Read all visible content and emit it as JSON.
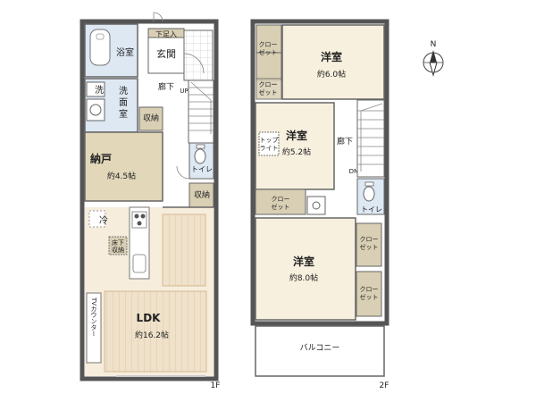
{
  "floor1": {
    "rooms": {
      "bath": "浴室",
      "shoe_storage": "下足入",
      "entrance": "玄関",
      "wash_1": "洗",
      "wash_2": "洗",
      "wash_3": "面",
      "wash_4": "室",
      "hall": "廊下",
      "up": "UP",
      "storage_top": "収納",
      "nando": "納戸",
      "nando_area": "約4.5帖",
      "toilet": "トイレ",
      "storage_mid": "収納",
      "fridge": "冷",
      "underfloor_1": "床下",
      "underfloor_2": "収納",
      "ldk": "LDK",
      "ldk_area": "約16.2帖",
      "tv_counter": "TVカウンター"
    },
    "floor_label": "1F"
  },
  "floor2": {
    "rooms": {
      "closet1_a": "クロー",
      "closet1_b": "ゼット",
      "closet2_a": "クロー",
      "closet2_b": "ゼット",
      "western1": "洋室",
      "western1_area": "約6.0帖",
      "skylight_a": "トップ",
      "skylight_b": "ライト",
      "western2": "洋室",
      "western2_area": "約5.2帖",
      "hall": "廊下",
      "dn": "DN",
      "closet3_a": "クロー",
      "closet3_b": "ゼット",
      "toilet": "トイレ",
      "western3": "洋室",
      "western3_area": "約8.0帖",
      "closet4_a": "クロー",
      "closet4_b": "ゼット",
      "closet5_a": "クロー",
      "closet5_b": "ゼット",
      "balcony": "バルコニー"
    },
    "floor_label": "2F"
  },
  "compass": {
    "north": "N",
    "icon": "compass-north-icon"
  },
  "colors": {
    "wall": "#555555",
    "bath": "#dde8f3",
    "storage": "#d9cfb4",
    "nando": "#e2d7b9",
    "room": "#f7f0de",
    "ldk_floor": "#efe1ca",
    "floor_line": "#e0c8a8",
    "white": "#ffffff"
  }
}
